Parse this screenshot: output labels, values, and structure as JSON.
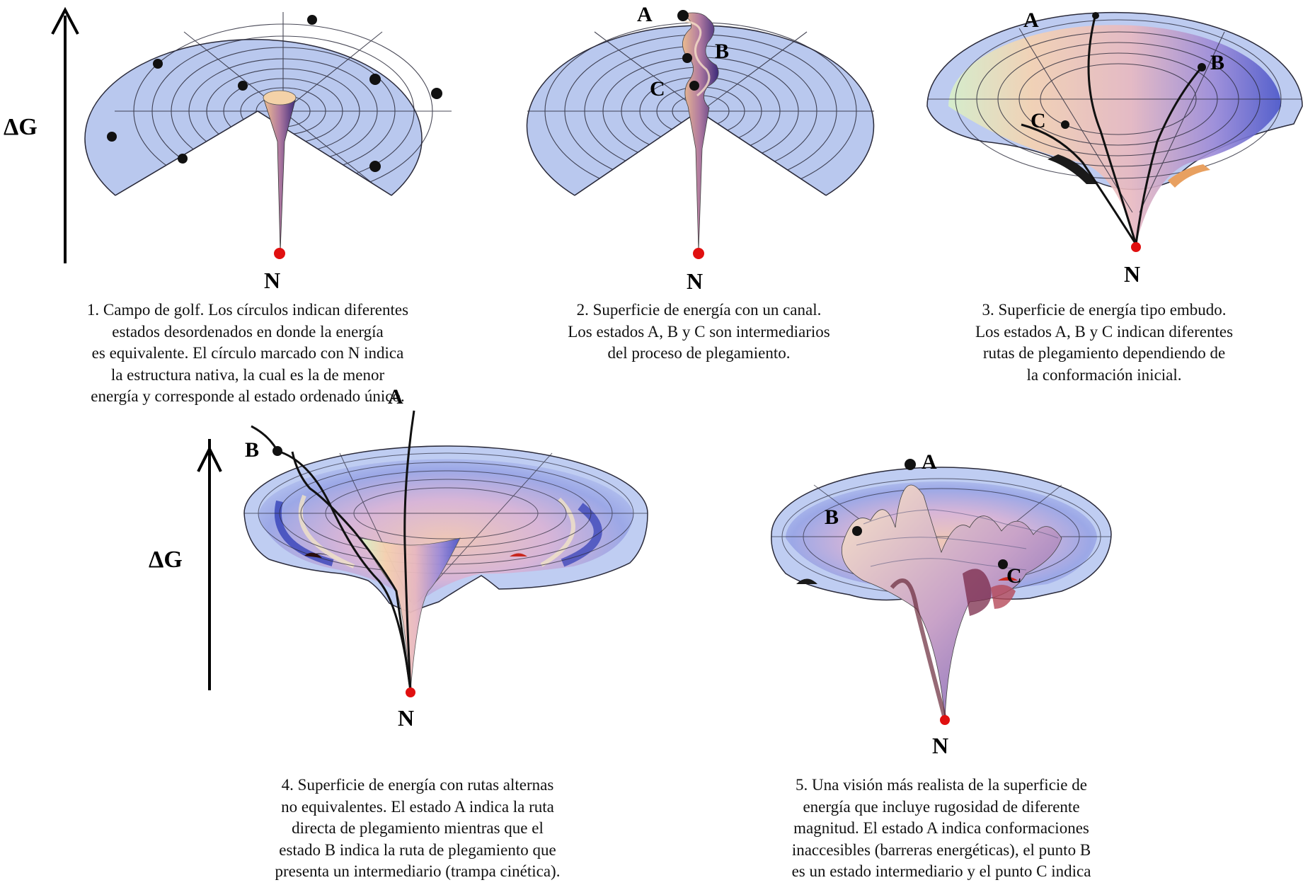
{
  "axis_label": "ΔG",
  "panels": [
    {
      "id": 1,
      "native_label": "N",
      "caption_lines": [
        "1. Campo de golf. Los círculos indican diferentes",
        "estados desordenados en donde la energía",
        "es equivalente. El círculo marcado con N indica",
        "la estructura nativa, la cual es la de menor",
        "energía y corresponde al estado ordenado único."
      ]
    },
    {
      "id": 2,
      "native_label": "N",
      "state_labels": {
        "a": "A",
        "b": "B",
        "c": "C"
      },
      "caption_lines": [
        "2. Superficie de energía con un canal.",
        "Los estados A, B y C son intermediarios",
        "del proceso de plegamiento."
      ]
    },
    {
      "id": 3,
      "native_label": "N",
      "state_labels": {
        "a": "A",
        "b": "B",
        "c": "C"
      },
      "caption_lines": [
        "3. Superficie de energía tipo embudo.",
        "Los estados A, B y C indican diferentes",
        "rutas de plegamiento dependiendo de",
        "la conformación inicial."
      ]
    },
    {
      "id": 4,
      "native_label": "N",
      "state_labels": {
        "a": "A",
        "b": "B"
      },
      "caption_lines": [
        "4. Superficie de energía con rutas alternas",
        "no equivalentes. El estado A indica la ruta",
        "directa de plegamiento mientras que el",
        "estado B indica la ruta de plegamiento que",
        "presenta un intermediario (trampa cinética)."
      ]
    },
    {
      "id": 5,
      "native_label": "N",
      "state_labels": {
        "a": "A",
        "b": "B",
        "c": "C"
      },
      "caption_lines": [
        "5. Una visión más realista de la superficie de",
        "energía que incluye rugosidad de diferente",
        "magnitud. El estado A indica conformaciones",
        "inaccesibles (barreras energéticas), el punto B",
        "es un estado intermediario y el punto C indica"
      ]
    }
  ],
  "colors": {
    "surface": "#b9c8ee",
    "grid": "#2a2a3a",
    "native_dot": "#e01010",
    "state_dot": "#111111",
    "funnel_warm": "#f3c9a0",
    "funnel_cool": "#3a3fbf"
  }
}
